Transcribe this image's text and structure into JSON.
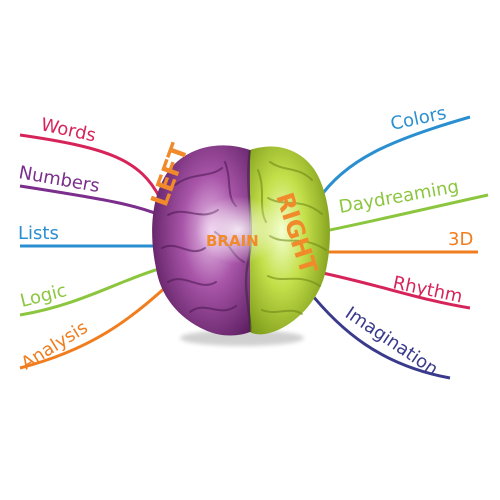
{
  "brain": {
    "center_label": "BRAIN",
    "left_label": "LEFT",
    "right_label": "RIGHT",
    "left_color": "#8e3a8a",
    "right_color": "#b6d93a",
    "label_color": "#f08a2a"
  },
  "left_branches": [
    {
      "label": "Words",
      "color": "#d6245a"
    },
    {
      "label": "Numbers",
      "color": "#7b2e8c"
    },
    {
      "label": "Lists",
      "color": "#2a8fd0"
    },
    {
      "label": "Logic",
      "color": "#8cc63f"
    },
    {
      "label": "Analysis",
      "color": "#f07d1e"
    }
  ],
  "right_branches": [
    {
      "label": "Colors",
      "color": "#2a8fd0"
    },
    {
      "label": "Daydreaming",
      "color": "#8cc63f"
    },
    {
      "label": "3D",
      "color": "#f07d1e"
    },
    {
      "label": "Rhythm",
      "color": "#d6245a"
    },
    {
      "label": "Imagination",
      "color": "#3a3a8c"
    }
  ]
}
